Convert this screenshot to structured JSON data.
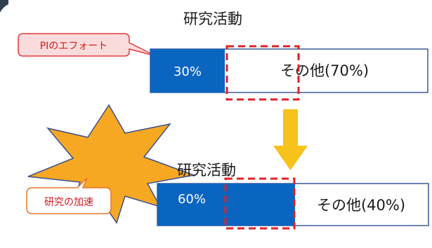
{
  "top_section": {
    "title": "研究活動",
    "pi_share_label": "30%",
    "other_share_label": "その他(70%)"
  },
  "bottom_section": {
    "title": "研究活動",
    "pi_share_label": "60%",
    "other_share_label": "その他(40%)"
  },
  "callout_pi_effort": "PIのエフォート",
  "callout_acceleration": "研究の加速",
  "colors": {
    "bar_blue": "#0a65c0",
    "bar_border": "#3a5a9a",
    "dashed_red": "#e0202a",
    "callout_red_fill": "#fadcdc",
    "callout_red_border": "#e23a3a",
    "callout_red_text": "#d11a1a",
    "callout_orange_border": "#e9752b",
    "arrow_yellow": "#f7c21a",
    "burst_orange": "#f7a823"
  }
}
